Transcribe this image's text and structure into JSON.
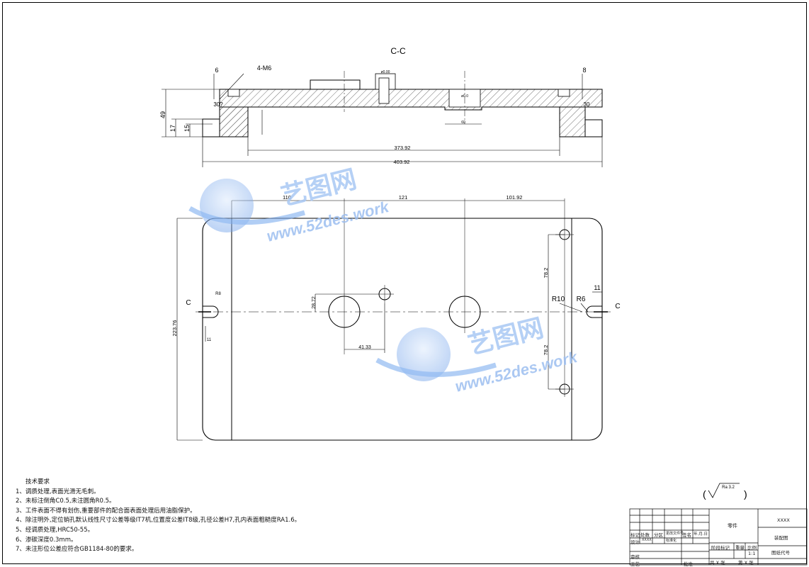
{
  "section_view": {
    "title": "C-C",
    "labels": {
      "m6_holes": "4-M6",
      "dim_6": "6",
      "dim_8": "8",
      "dim_30_left": "30?",
      "dim_30_right": "30",
      "dim_49": "49",
      "dim_17": "17",
      "dim_15": "15",
      "dim_373": "373.92",
      "dim_403": "403.92",
      "dim_top_small": "ø0.00",
      "dim_slot_small": "ø0.0",
      "dim_60": "60"
    }
  },
  "plan_view": {
    "dims": {
      "d110": "110",
      "d121": "121",
      "d101": "101.92",
      "d223": "223.76",
      "d78_top": "78.2",
      "d78_bot": "78.2",
      "d28": "28.72",
      "d41": "41.33",
      "d11": "11",
      "d_left_small": "11",
      "d_r8": "R8"
    },
    "labels": {
      "section_c_left": "C",
      "section_c_right": "C",
      "r10": "R10",
      "r6": "R6"
    }
  },
  "watermark": {
    "brand": "艺图网",
    "url": "www.52des.work"
  },
  "surface_finish": {
    "symbol": "Ra 3.2"
  },
  "tech_notes": {
    "title": "技术要求",
    "items": [
      "1、调质处理,表面光滑无毛刺。",
      "2、未标注倒角C0.5,未注圆角R0.5。",
      "3、工件表面不得有划伤,重要部件的配合面表面处理后用油脂保护。",
      "4、除注明外,定位销孔默认线性尺寸公差等级IT7机,位置度公差IT8级,孔径公差H7,孔内表面粗糙度RA1.6。",
      "5、经调质处理,HRC50-55。",
      "6、渗碳深度0.3mm。",
      "7、未注形位公差应符合GB1184-80的要求。"
    ]
  },
  "title_block": {
    "part_name": "零件",
    "code": "XXXX",
    "drawing_name": "装配图",
    "drawing_no": "图纸代号",
    "mark_label": "阶段标记",
    "weight_label": "重量",
    "scale_label": "比例",
    "scale_value": "1:1",
    "designer_label": "设计",
    "designer_value": "XXXX",
    "revise_label": "标记",
    "count_label": "处数",
    "zone_label": "分区",
    "doc_label": "更改文件号",
    "sign_label": "签名",
    "date_label": "年.月.日",
    "std_label": "标准化",
    "check_label": "审核",
    "process_label": "工艺",
    "approve_label": "批准",
    "sheet_total": "共 X 张",
    "sheet_no": "第 X 张"
  }
}
